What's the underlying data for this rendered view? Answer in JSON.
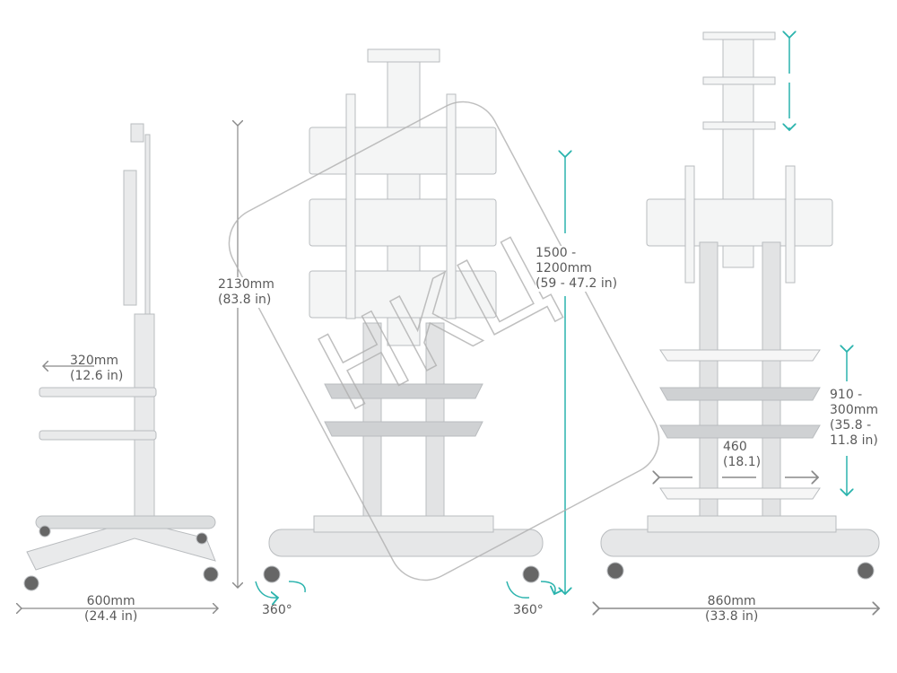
{
  "colors": {
    "accent": "#2ab3ad",
    "dim": "#8a8a8a",
    "metal": "#c8cacc"
  },
  "side_view": {
    "depth": {
      "mm": "320mm",
      "in": "(12.6 in)"
    },
    "height": {
      "mm": "2130mm",
      "in": "(83.8 in)"
    },
    "base_width": {
      "mm": "600mm",
      "in": "(24.4 in)"
    }
  },
  "front_view": {
    "rotation_left": "360°",
    "rotation_right": "360°",
    "mount_height": {
      "line1": "1500 -",
      "line2": "1200mm",
      "line3": "(59 - 47.2 in)"
    }
  },
  "right_view": {
    "shelf_height": {
      "line1": "910 -",
      "line2": "300mm",
      "line3": "(35.8 -",
      "line4": "11.8 in)"
    },
    "shelf_width": {
      "line1": "460",
      "line2": "(18.1)"
    },
    "base_width": {
      "mm": "860mm",
      "in": "(33.8 in)"
    }
  },
  "watermark": "НКЦ"
}
